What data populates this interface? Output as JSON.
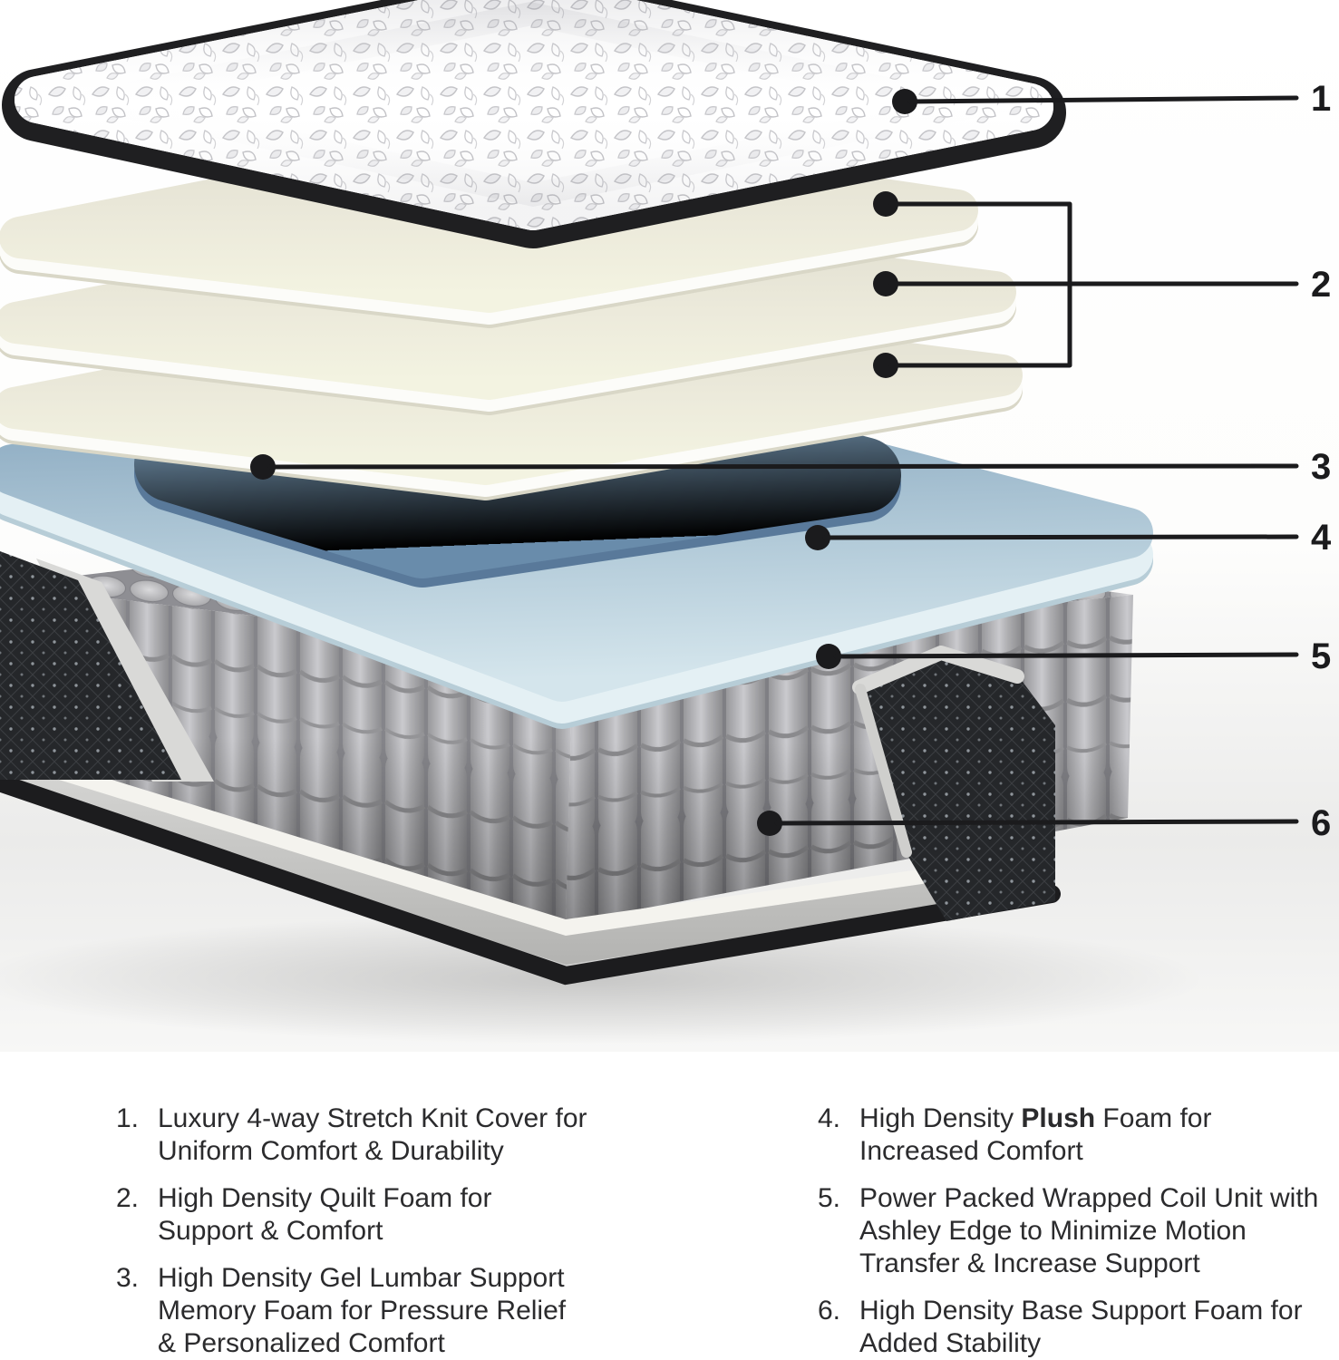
{
  "diagram": {
    "callout_labels": [
      "1",
      "2",
      "3",
      "4",
      "5",
      "6"
    ],
    "callouts": [
      {
        "label": "1",
        "target": "stretch-knit-cover"
      },
      {
        "label": "2",
        "target": "quilt-foam-layers"
      },
      {
        "label": "3",
        "target": "gel-lumbar-memory-foam"
      },
      {
        "label": "4",
        "target": "plush-foam"
      },
      {
        "label": "5",
        "target": "wrapped-coil-unit"
      },
      {
        "label": "6",
        "target": "base-support-foam"
      }
    ],
    "colors": {
      "cover_edge_black": "#1f1f21",
      "foam_cream": "#efeedd",
      "gel_blue": "#7398b8",
      "plush_blue": "#c6dbe6",
      "coil_gray": "#ababae",
      "fabric_charcoal": "#26282b",
      "callout_black": "#1b1b1d"
    }
  },
  "legend": {
    "left": [
      {
        "num": "1.",
        "lines": [
          "Luxury 4-way Stretch Knit Cover for",
          "Uniform Comfort & Durability"
        ]
      },
      {
        "num": "2.",
        "lines": [
          "High Density Quilt Foam for",
          "Support & Comfort"
        ]
      },
      {
        "num": "3.",
        "lines": [
          "High Density Gel Lumbar Support",
          "Memory Foam for Pressure Relief",
          "& Personalized Comfort"
        ]
      }
    ],
    "right": [
      {
        "num": "4.",
        "line1_pre": "High Density ",
        "line1_bold": "Plush",
        "line1_post": " Foam for",
        "lines": [
          "Increased Comfort"
        ]
      },
      {
        "num": "5.",
        "lines": [
          "Power Packed Wrapped Coil Unit with",
          "Ashley Edge to Minimize Motion",
          "Transfer & Increase Support"
        ]
      },
      {
        "num": "6.",
        "lines": [
          "High Density Base Support Foam for",
          "Added Stability"
        ]
      }
    ]
  }
}
